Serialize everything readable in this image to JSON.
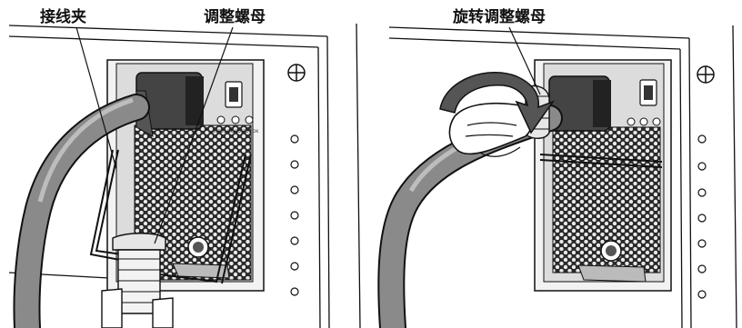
{
  "callouts": {
    "cable_clip": "接线夹",
    "adjusting_nut": "调整螺母",
    "rotate_adjusting_nut": "旋转调整螺母"
  },
  "psu_labels": {
    "input_ok": "INPUT OK",
    "output_ok": "OUTPUT OK",
    "enable": "ENABLE"
  },
  "icons": [
    "ground-symbol-icon",
    "rotation-arrow-icon",
    "hand-icon"
  ]
}
